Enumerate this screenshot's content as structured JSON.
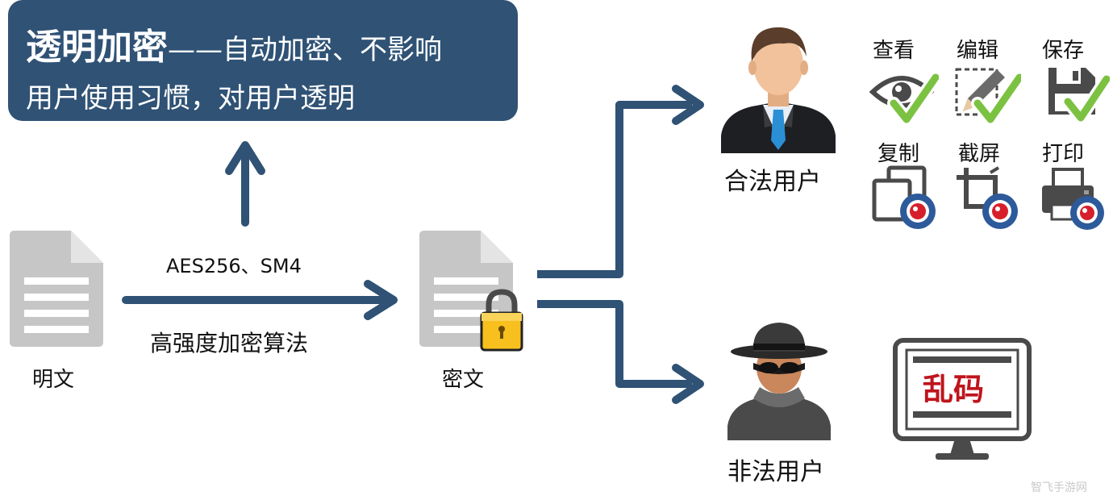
{
  "banner": {
    "title_bold": "透明加密",
    "title_rest": "——自动加密、不影响",
    "subtitle": "用户使用习惯，对用户透明"
  },
  "plaintext": {
    "label": "明文",
    "icon": "document-icon"
  },
  "encryption": {
    "algorithms": "AES256、SM4",
    "description": "高强度加密算法"
  },
  "ciphertext": {
    "label": "密文",
    "icon": "locked-document-icon"
  },
  "legal_user": {
    "label": "合法用户",
    "icon": "businessman-icon",
    "permissions": [
      {
        "label": "查看",
        "icon": "eye-icon",
        "status": "allowed"
      },
      {
        "label": "编辑",
        "icon": "edit-icon",
        "status": "allowed"
      },
      {
        "label": "保存",
        "icon": "save-icon",
        "status": "allowed"
      },
      {
        "label": "复制",
        "icon": "copy-icon",
        "status": "controlled"
      },
      {
        "label": "截屏",
        "icon": "screenshot-icon",
        "status": "controlled"
      },
      {
        "label": "打印",
        "icon": "printer-icon",
        "status": "controlled"
      }
    ]
  },
  "illegal_user": {
    "label": "非法用户",
    "icon": "spy-icon",
    "result": "乱码",
    "result_icon": "monitor-icon"
  },
  "watermark": "智飞手游网",
  "colors": {
    "banner": "#2f5275",
    "arrow": "#2f5275",
    "doc_gray": "#c3c3c3",
    "check_green": "#7cc242",
    "garbled_red": "#c0141c",
    "lock_gold": "#f7c01e"
  }
}
